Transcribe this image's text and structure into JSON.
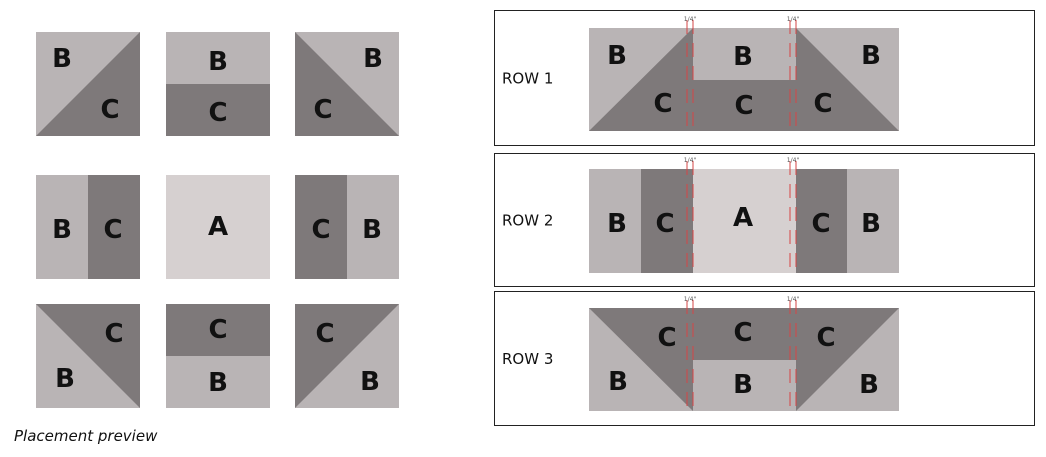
{
  "caption": "Placement preview",
  "colors": {
    "A": "#d6d0d0",
    "B": "#b9b4b5",
    "C": "#7e797a",
    "frame": "#222222",
    "seam": "#d64545"
  },
  "blocks": [
    {
      "layout": "diag-c-bottomright",
      "letters": [
        "B",
        "C"
      ]
    },
    {
      "layout": "halves-top-bottom",
      "letters": [
        "B",
        "C"
      ]
    },
    {
      "layout": "diag-c-bottomleft",
      "letters": [
        "B",
        "C"
      ]
    },
    {
      "layout": "halves-left-right",
      "letters": [
        "B",
        "C"
      ]
    },
    {
      "layout": "solid",
      "letters": [
        "A"
      ]
    },
    {
      "layout": "halves-left-right-rev",
      "letters": [
        "C",
        "B"
      ]
    },
    {
      "layout": "diag-c-topright",
      "letters": [
        "C",
        "B"
      ]
    },
    {
      "layout": "halves-top-bottom-rev",
      "letters": [
        "C",
        "B"
      ]
    },
    {
      "layout": "diag-c-topleft",
      "letters": [
        "C",
        "B"
      ]
    }
  ],
  "rows": [
    {
      "label": "ROW 1",
      "letters": [
        "B",
        "C",
        "B",
        "C",
        "B",
        "C"
      ]
    },
    {
      "label": "ROW 2",
      "letters": [
        "B",
        "C",
        "A",
        "C",
        "B"
      ]
    },
    {
      "label": "ROW 3",
      "letters": [
        "C",
        "B",
        "C",
        "B",
        "C",
        "B"
      ]
    }
  ],
  "seam_label": "1/4\""
}
